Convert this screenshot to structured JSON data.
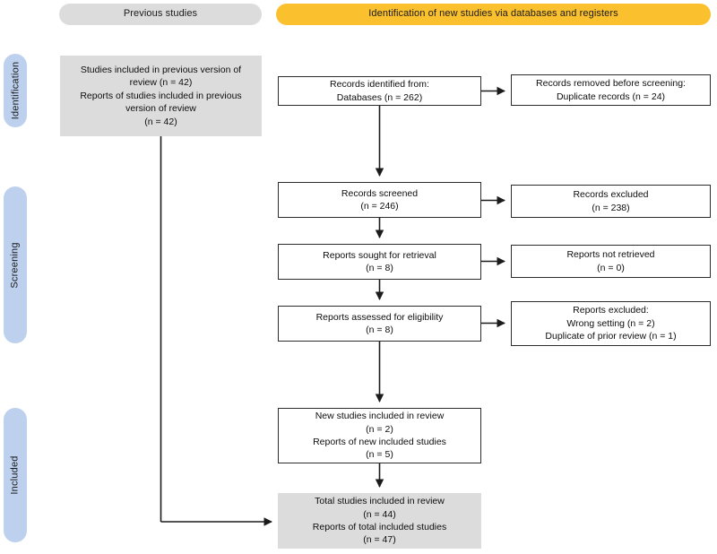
{
  "diagram": {
    "type": "prisma-flow-diagram",
    "colors": {
      "header_previous_bg": "#dcdcdc",
      "header_new_bg": "#fbc02d",
      "phase_pill_bg": "#bdd0ee",
      "gray_box_bg": "#dcdcdc",
      "box_border": "#2b2b2b"
    }
  },
  "headers": {
    "previous_studies": "Previous studies",
    "new_studies": "Identification of new studies via databases and registers"
  },
  "phases": [
    {
      "label": "Identification"
    },
    {
      "label": "Screening"
    },
    {
      "label": "Included"
    }
  ],
  "boxes": {
    "previous_studies": {
      "line1": "Studies included in previous version of",
      "line2": "review (n = 42)",
      "line3": "Reports of studies included in previous",
      "line4": "version of review",
      "line5": "(n = 42)"
    },
    "records_identified": {
      "line1": "Records identified from:",
      "line2": "Databases (n = 262)"
    },
    "records_removed": {
      "line1": "Records removed before screening:",
      "line2": "Duplicate records (n = 24)"
    },
    "records_screened": {
      "line1": "Records screened",
      "line2": "(n = 246)"
    },
    "records_excluded": {
      "line1": "Records excluded",
      "line2": "(n = 238)"
    },
    "reports_sought": {
      "line1": "Reports sought for retrieval",
      "line2": "(n = 8)"
    },
    "reports_not_retrieved": {
      "line1": "Reports not retrieved",
      "line2": "(n = 0)"
    },
    "reports_assessed": {
      "line1": "Reports assessed for eligibility",
      "line2": "(n = 8)"
    },
    "reports_excluded": {
      "line1": "Reports excluded:",
      "line2": "Wrong setting (n = 2)",
      "line3": "Duplicate of prior review (n = 1)"
    },
    "new_included": {
      "line1": "New studies included in review",
      "line2": "(n = 2)",
      "line3": "Reports of new included studies",
      "line4": "(n = 5)"
    },
    "total_included": {
      "line1": "Total studies included in review",
      "line2": "(n = 44)",
      "line3": "Reports of total included studies",
      "line4": "(n = 47)"
    }
  },
  "counts": {
    "previous_studies_included": 42,
    "previous_reports_included": 42,
    "records_identified_databases": 262,
    "duplicate_records_removed": 24,
    "records_screened": 246,
    "records_excluded": 238,
    "reports_sought": 8,
    "reports_not_retrieved": 0,
    "reports_assessed": 8,
    "excluded_wrong_setting": 2,
    "excluded_duplicate_prior_review": 1,
    "new_studies_included": 2,
    "new_reports_included": 5,
    "total_studies_included": 44,
    "total_reports_included": 47
  }
}
